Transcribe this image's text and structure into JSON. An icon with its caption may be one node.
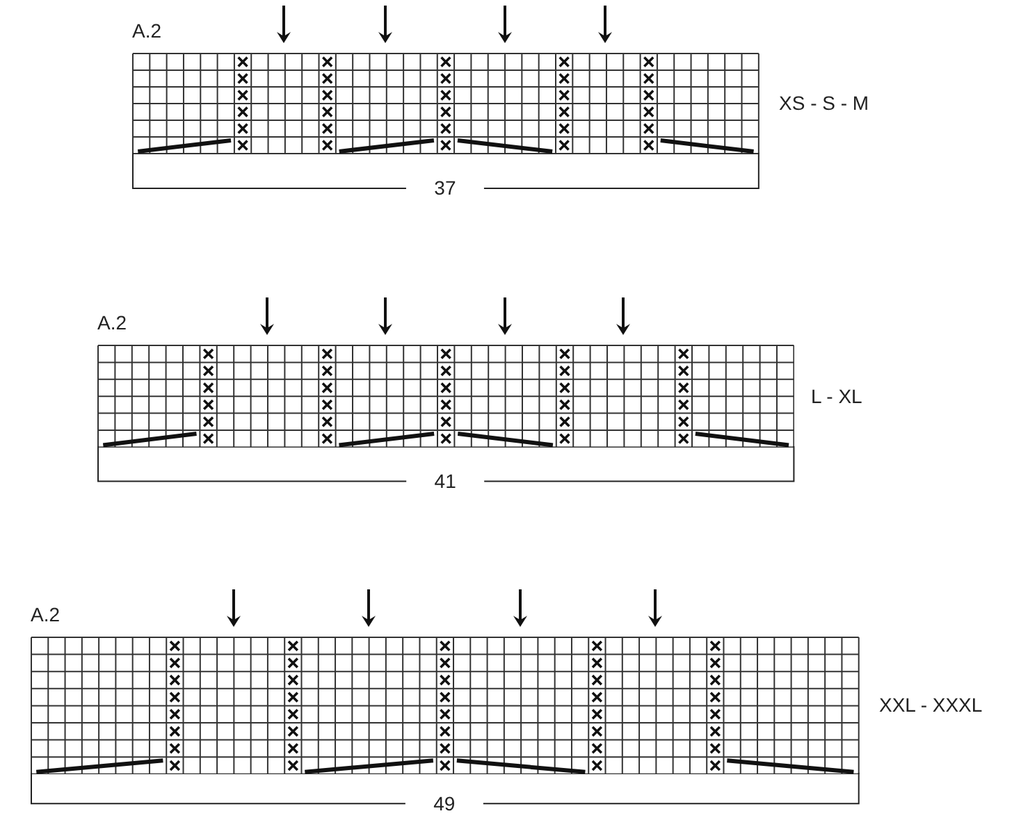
{
  "diagram": {
    "labels": [
      "A.2",
      "XS - S - M",
      "37",
      "A.2",
      "L - XL",
      "41",
      "A.2",
      "XXL - XXXL",
      "49"
    ]
  }
}
